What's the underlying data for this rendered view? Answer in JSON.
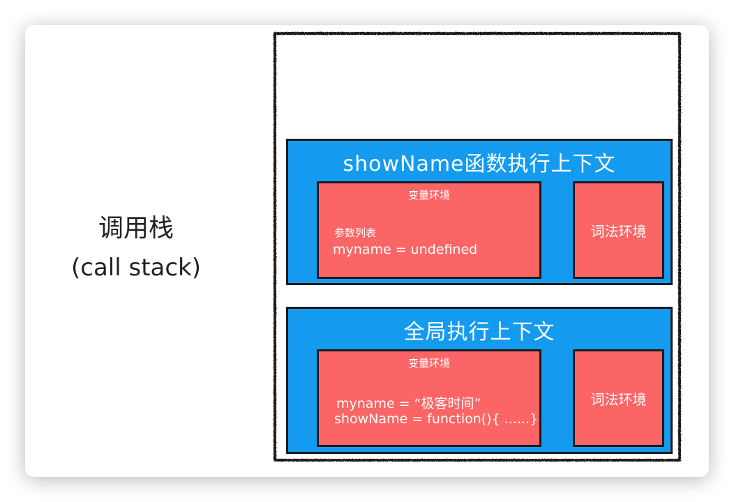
{
  "call_stack": {
    "label_cn": "调用栈",
    "label_en": "(call stack)"
  },
  "contexts": [
    {
      "title": "showName函数执行上下文",
      "variable_environment": {
        "title": "变量环境",
        "section_label": "参数列表",
        "entries": [
          "myname = undefined"
        ]
      },
      "lexical_environment": {
        "title": "词法环境"
      }
    },
    {
      "title": "全局执行上下文",
      "variable_environment": {
        "title": "变量环境",
        "entries": [
          "myname = “极客时间”",
          "showName = function(){ ......}"
        ]
      },
      "lexical_environment": {
        "title": "词法环境"
      }
    }
  ],
  "colors": {
    "context_fill": "#149bf0",
    "environment_fill": "#fc6566",
    "outline": "#1a1a1a"
  }
}
